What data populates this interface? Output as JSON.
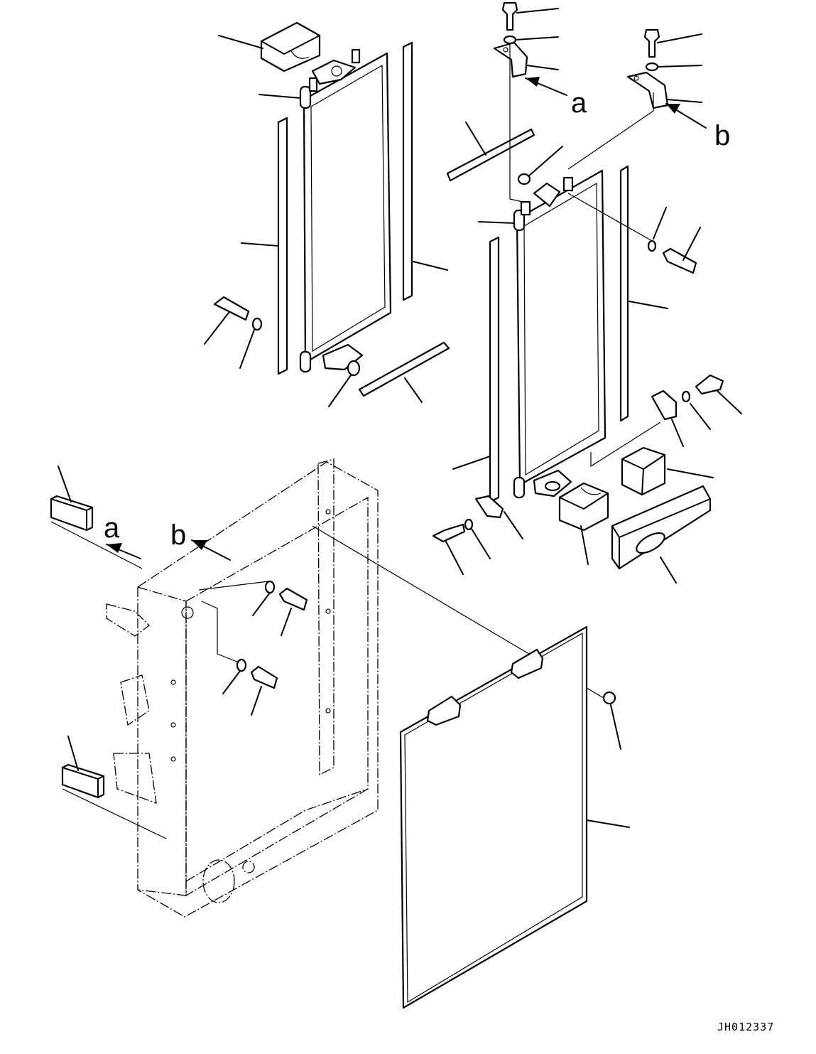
{
  "view_labels": {
    "a_top": "a",
    "b_top": "b",
    "a_frame": "a",
    "b_frame": "b"
  },
  "drawing_code": "JH012337"
}
